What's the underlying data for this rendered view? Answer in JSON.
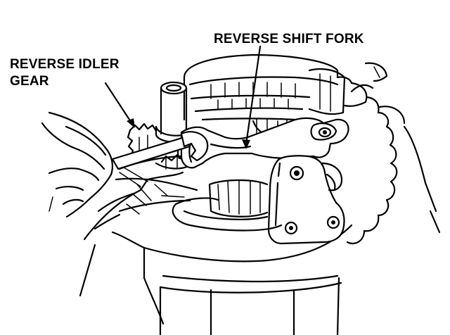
{
  "callouts": {
    "reverse_shift_fork": "REVERSE SHIFT FORK",
    "reverse_idler_gear_line1": "REVERSE IDLER",
    "reverse_idler_gear_line2": "GEAR"
  },
  "colors": {
    "ink": "#000000",
    "paper": "#ffffff"
  }
}
